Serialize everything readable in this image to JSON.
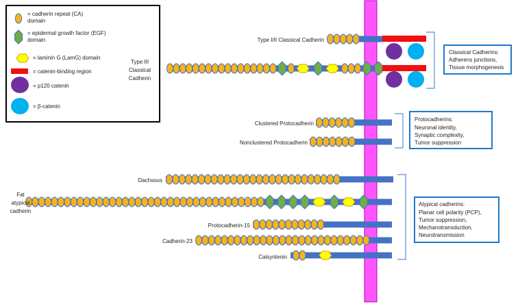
{
  "colors": {
    "membrane": "#ff55ff",
    "membrane_stroke": "#b000b0",
    "stalk": "#4472c4",
    "ca_fill": "#f5b31d",
    "ca_stroke": "#4472c4",
    "egf_fill": "#70ad47",
    "egf_stroke": "#4472c4",
    "lamg_fill": "#ffff00",
    "lamg_stroke": "#c9a800",
    "catenin_binding": "#ee1111",
    "p120": "#7030a0",
    "beta_catenin": "#00b0f0",
    "box_stroke": "#1f78c8",
    "bracket": "#5b8fd0"
  },
  "legend": {
    "ca": "= cadherin repeat (CA) domain",
    "egf": "= epidermal growth factor (EGF) domain",
    "lamg": "= laminin G (LamG) domain",
    "catenin_binding": "= catenin-binding region",
    "p120": "= p120 catenin",
    "beta": "= β-catenin"
  },
  "labels": {
    "type12": "Type I/II Classical Cadherin",
    "type3": [
      "Type III",
      "Classical",
      "Cadherin"
    ],
    "clustered": "Clustered Protocadherin",
    "nonclustered": "Nonclustered Protocadherin",
    "dachsous": "Dachsous",
    "fat": [
      "Fat",
      "atypical",
      "cadherin"
    ],
    "pcdh15": "Protocadherin-15",
    "cdh23": "Cadherin-23",
    "calsyntenin": "Calsyntenin"
  },
  "boxes": {
    "classical": [
      "Classical Cadherins:",
      "Adherens junctions,",
      "Tissue morphogenesis"
    ],
    "proto": [
      "Protocadherins:",
      "Neuronal identity,",
      "Synaptic complexity,",
      "Tumor suppression"
    ],
    "atypical": [
      "Atypical cadherins:",
      "Planar cell polarity (PCP),",
      "Tumor suppression,",
      "Mechanotransduction,",
      "Neurotransmission"
    ]
  }
}
